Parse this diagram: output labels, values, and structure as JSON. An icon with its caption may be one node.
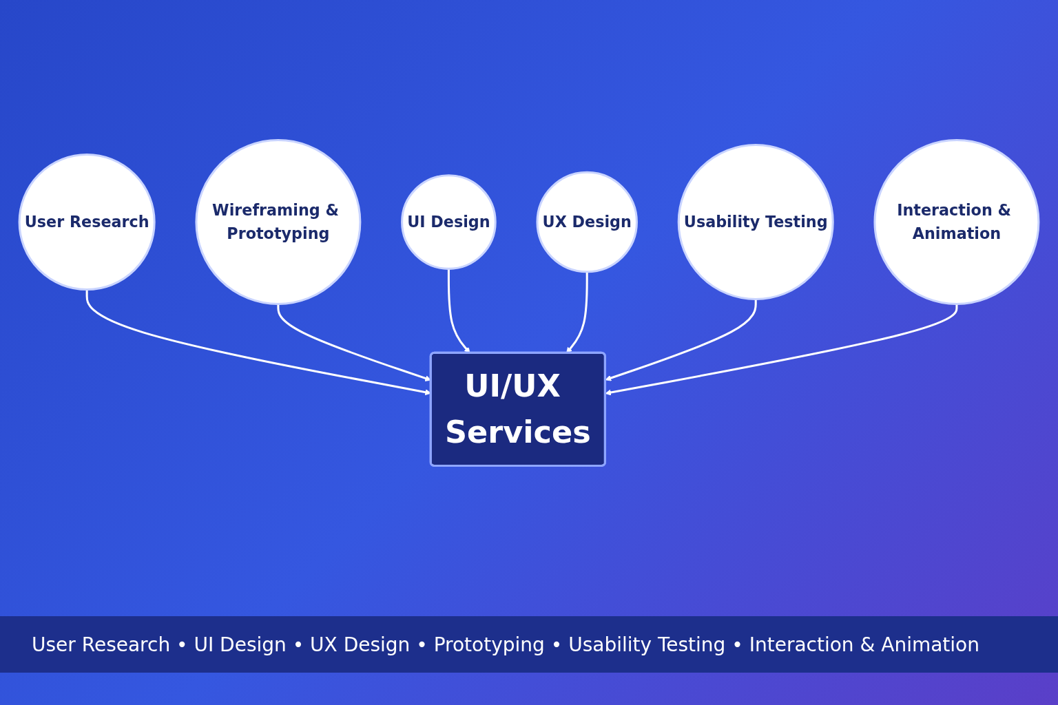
{
  "diagram": {
    "nodes": [
      {
        "text": [
          "User Research"
        ]
      },
      {
        "text": [
          "Wireframing & Prototyping"
        ]
      },
      {
        "text": [
          "UI/UX Services"
        ]
      },
      {
        "text": [
          "UI Design"
        ]
      },
      {
        "text": [
          "UX Design"
        ]
      },
      {
        "text": [
          "Usability Testing"
        ]
      },
      {
        "text": [
          "Interaction & Animation"
        ]
      }
    ],
    "edges": [
      {
        "from": 0,
        "to": 2,
        "arrow": "to"
      },
      {
        "from": 1,
        "to": 2,
        "arrow": "to"
      },
      {
        "from": 3,
        "to": 2,
        "arrow": "to"
      },
      {
        "from": 4,
        "to": 2,
        "arrow": "to"
      },
      {
        "from": 5,
        "to": 2,
        "arrow": "to"
      },
      {
        "from": 6,
        "to": 2,
        "arrow": "to"
      }
    ],
    "labels": [
      "User Research • UI Design • UX Design • Prototyping • Usability Testing • Interaction & Animation"
    ]
  }
}
